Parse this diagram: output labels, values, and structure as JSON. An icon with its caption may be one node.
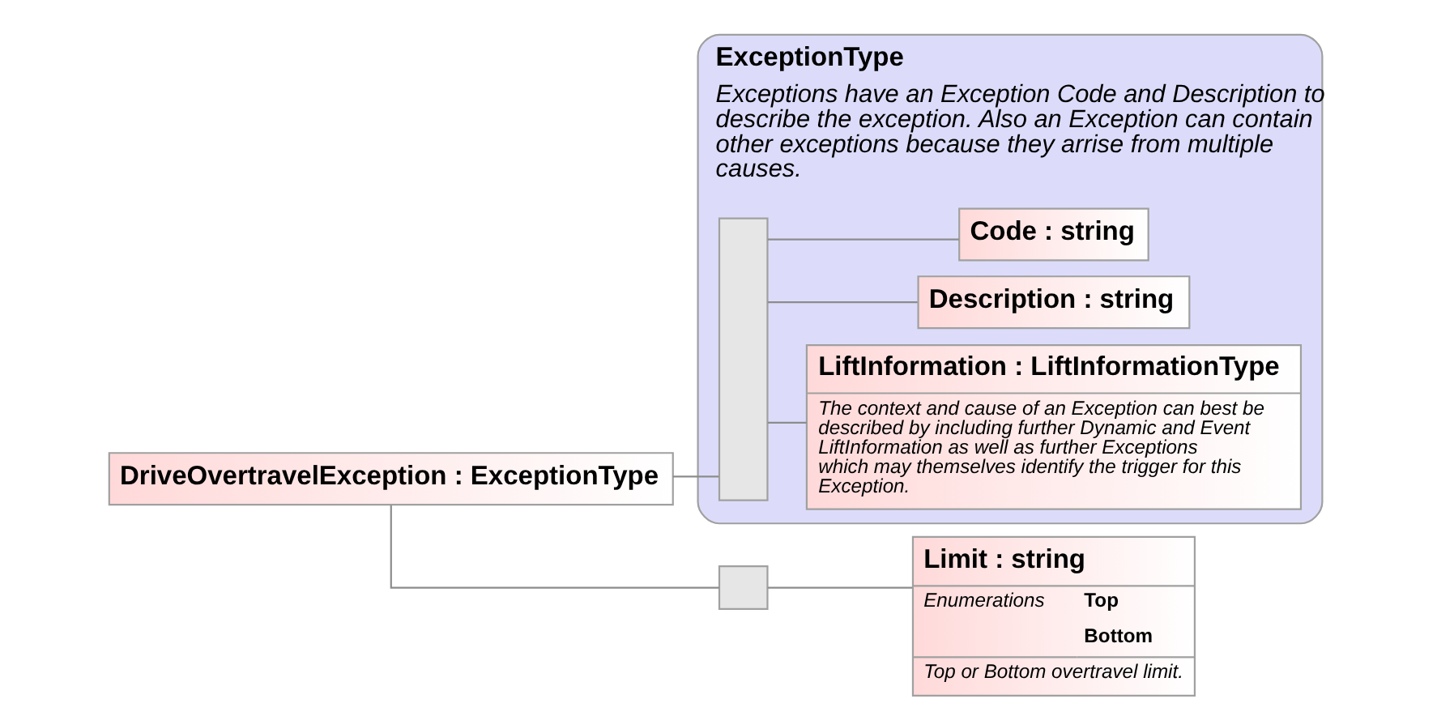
{
  "diagram": {
    "nodes": [
      {
        "text": [
          "DriveOvertravelException : ExceptionType"
        ]
      },
      {
        "text": [
          "ExceptionType",
          "Exceptions have an Exception Code and Description to describe the exception. Also an Exception can contain other exceptions because they arrise from multiple causes."
        ]
      },
      {
        "text": [],
        "shape": "box",
        "in": 1
      },
      {
        "text": [
          "Code : string"
        ],
        "in": 1
      },
      {
        "text": [
          "Description : string"
        ],
        "in": 1
      },
      {
        "text": [
          "LiftInformation : LiftInformationType",
          "The context and cause of an Exception can best be described by including further Dynamic and Event LiftInformation as well as further Exceptions which may themselves identify the trigger for this Exception."
        ],
        "in": 1
      },
      {
        "text": [],
        "shape": "box"
      },
      {
        "text": [
          "Limit : string",
          "Enumerations",
          "Top",
          "Bottom",
          "Top or Bottom overtravel limit."
        ]
      }
    ],
    "edges": [
      {
        "from": 0,
        "to": 2,
        "arrow": "none"
      },
      {
        "from": 0,
        "to": 6,
        "arrow": "none"
      },
      {
        "from": 2,
        "to": 3,
        "arrow": "none"
      },
      {
        "from": 2,
        "to": 4,
        "arrow": "none"
      },
      {
        "from": 2,
        "to": 5,
        "arrow": "none"
      },
      {
        "from": 6,
        "to": 7,
        "arrow": "none"
      }
    ]
  }
}
